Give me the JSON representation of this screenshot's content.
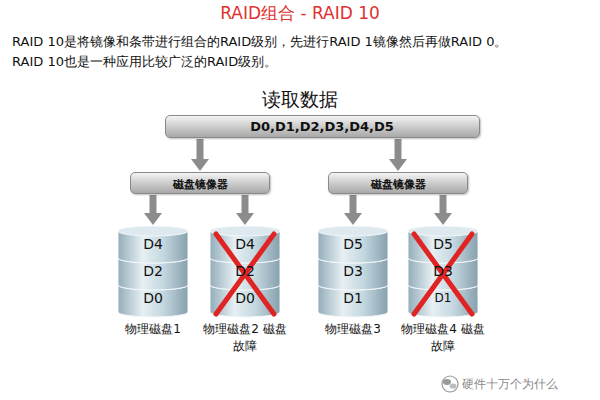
{
  "diagram": {
    "title": "RAID组合 - RAID 10",
    "nodes": [
      {
        "text": [
          "D0,D1,D2,D3,D4,D5"
        ]
      },
      {
        "text": [
          "磁盘镜像器"
        ]
      },
      {
        "text": [
          "磁盘镜像器"
        ]
      },
      {
        "text": [
          "D4",
          "D2",
          "D0",
          "物理磁盘1"
        ]
      },
      {
        "text": [
          "D4",
          "D2",
          "D0",
          "物理磁盘2 磁盘故障"
        ]
      },
      {
        "text": [
          "D5",
          "D3",
          "D1",
          "物理磁盘3"
        ]
      },
      {
        "text": [
          "D5",
          "D3",
          "D1",
          "物理磁盘4 磁盘故障"
        ]
      }
    ],
    "edges": [
      {
        "from": 0,
        "to": 1,
        "arrow": "to"
      },
      {
        "from": 0,
        "to": 2,
        "arrow": "to"
      },
      {
        "from": 1,
        "to": 3,
        "arrow": "to"
      },
      {
        "from": 1,
        "to": 4,
        "arrow": "to"
      },
      {
        "from": 2,
        "to": 5,
        "arrow": "to"
      },
      {
        "from": 2,
        "to": 6,
        "arrow": "to"
      }
    ],
    "labels": [
      "RAID 10是将镜像和条带进行组合的RAID级别，先进行RAID 1镜像然后再做RAID 0。",
      "RAID 10也是一种应用比较广泛的RAID级别。",
      "读取数据",
      "硬件十万个为什么"
    ]
  }
}
